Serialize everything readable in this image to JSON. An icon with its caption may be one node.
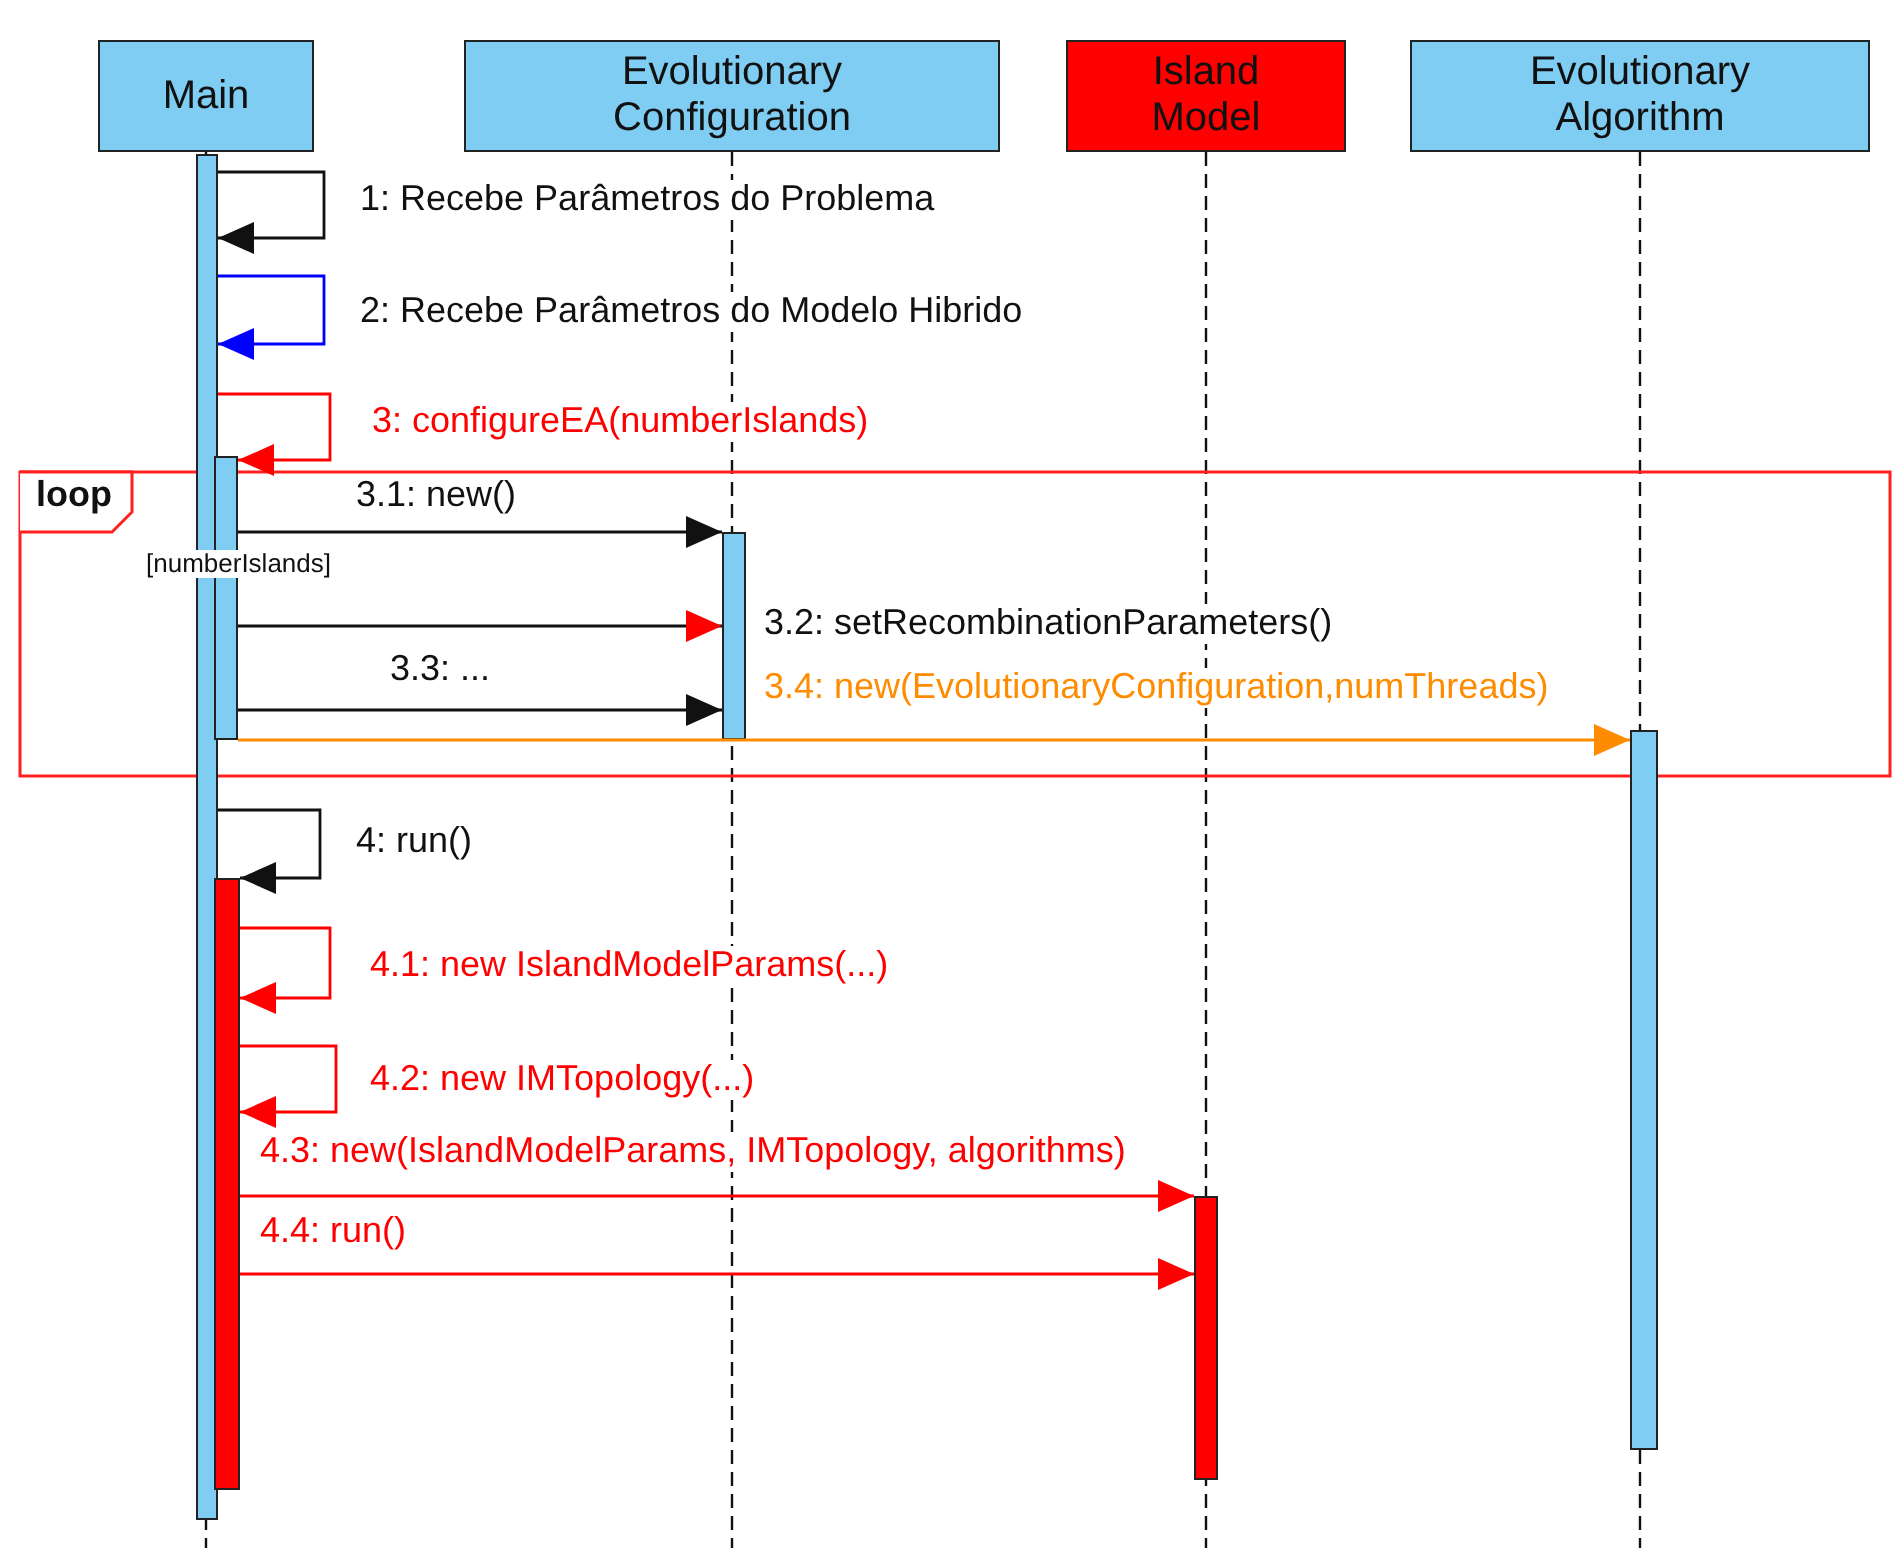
{
  "diagram": {
    "nodes": [
      {
        "text": [
          "Main"
        ]
      },
      {
        "text": [
          "Evolutionary Configuration"
        ]
      },
      {
        "text": [
          "Island Model"
        ]
      },
      {
        "text": [
          "Evolutionary Algorithm"
        ]
      },
      {
        "text": [],
        "shape": "bar"
      },
      {
        "text": [],
        "shape": "bar"
      },
      {
        "text": [],
        "shape": "bar"
      },
      {
        "text": [],
        "shape": "bar"
      },
      {
        "text": [],
        "shape": "bar"
      },
      {
        "text": [],
        "shape": "bar"
      }
    ],
    "edges": [
      {
        "from": 4,
        "to": 4,
        "arrow": "to",
        "label": "1: Recebe Parâmetros do Problema"
      },
      {
        "from": 4,
        "to": 4,
        "arrow": "to",
        "label": "2: Recebe Parâmetros do Modelo Hibrido",
        "color": "#0000ff"
      },
      {
        "from": 4,
        "to": 5,
        "arrow": "to",
        "label": "3: configureEA(numberIslands)",
        "color": "#ff0000"
      },
      {
        "from": 5,
        "to": 6,
        "arrow": "to",
        "label": "3.1: new()"
      },
      {
        "from": 5,
        "to": 6,
        "arrow": "to",
        "label": "3.2: setRecombinationParameters()"
      },
      {
        "from": 5,
        "to": 6,
        "arrow": "to",
        "label": "3.3: ..."
      },
      {
        "from": 5,
        "to": 7,
        "arrow": "to",
        "label": "3.4: new(EvolutionaryConfiguration,numThreads)",
        "color": "#ff8c00"
      },
      {
        "from": 4,
        "to": 8,
        "arrow": "to",
        "label": "4: run()"
      },
      {
        "from": 8,
        "to": 8,
        "arrow": "to",
        "label": "4.1: new IslandModelParams(...)",
        "color": "#ff0000"
      },
      {
        "from": 8,
        "to": 8,
        "arrow": "to",
        "label": "4.2: new IMTopology(...)",
        "color": "#ff0000"
      },
      {
        "from": 8,
        "to": 9,
        "arrow": "to",
        "label": "4.3: new(IslandModelParams, IMTopology, algorithms)",
        "color": "#ff0000"
      },
      {
        "from": 8,
        "to": 9,
        "arrow": "to",
        "label": "4.4: run()",
        "color": "#ff0000"
      }
    ],
    "labels": [
      "loop",
      "[numberIslands]"
    ]
  }
}
